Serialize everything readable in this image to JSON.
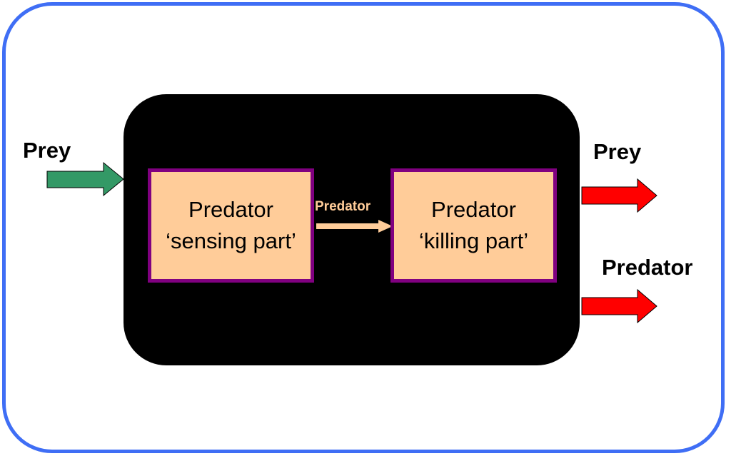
{
  "inputs": {
    "prey_in": "Prey"
  },
  "outputs": {
    "prey_out": "Prey",
    "predator_out": "Predator"
  },
  "components": [
    {
      "line1": "Predator",
      "line2": "‘sensing part’"
    },
    {
      "line1": "Predator",
      "line2": "‘killing part’"
    }
  ],
  "internal_flow_label": "Predator",
  "colors": {
    "border": "#3f6ef5",
    "system": "#000000",
    "box_fill": "#ffcc99",
    "box_border": "#800080",
    "input_arrow": "#339966",
    "output_arrow": "#ff0000",
    "internal_arrow": "#ffcc99"
  }
}
